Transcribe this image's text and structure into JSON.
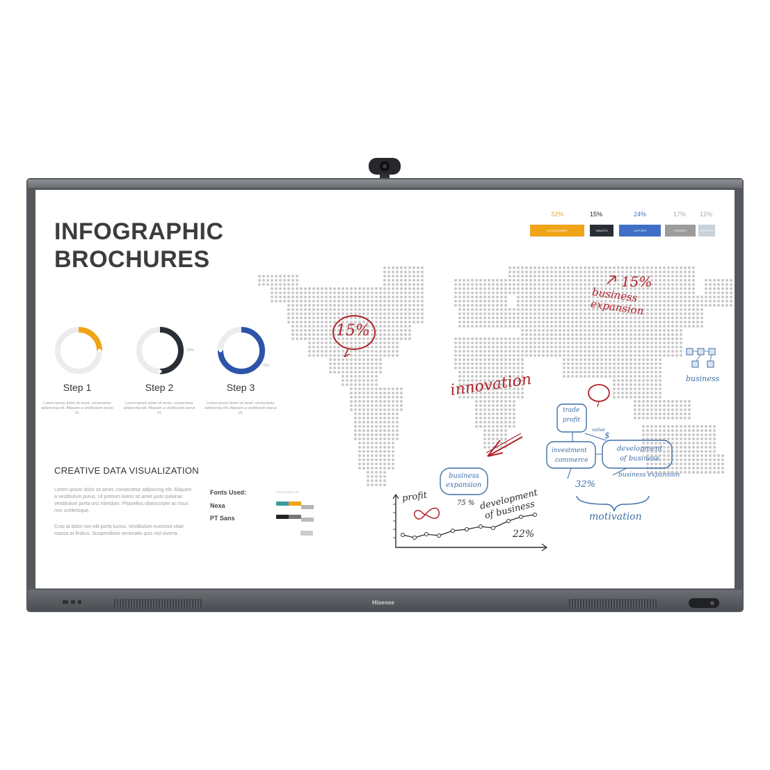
{
  "screen": {
    "title_line1": "INFOGRAPHIC",
    "title_line2": "BROCHURES",
    "steps": [
      {
        "label": "Step 1",
        "percent": 25,
        "color": "#f0a418",
        "text": "Lorem ipsum dolor sit amet, consectetur adipiscing elit. Aliquam a vestibulum purus Ut."
      },
      {
        "label": "Step 2",
        "percent": 50,
        "color": "#2a2f35",
        "text": "Lorem ipsum dolor sit amet, consectetur adipiscing elit. Aliquam a vestibulum purus Ut.",
        "side_label": "50%"
      },
      {
        "label": "Step 3",
        "percent": 75,
        "color": "#2c54a8",
        "text": "Lorem ipsum dolor sit amet, consectetur adipiscing elit. Aliquam a vestibulum purus Ut.",
        "side_label": "75%"
      }
    ],
    "section_title": "CREATIVE DATA VISUALIZATION",
    "paragraph1": "Lorem ipsum dolor sit amet, consectetur adipiscing elit. Aliquam a vestibulum purus. Ut pretium lorem sit amet justo pulvinar, vestibulum porta orci interdum. Phasellus ullamcorper ac risus non scelerisque.",
    "paragraph2": "Cras at dolor non elit porta luctus. Vestibulum euismod vitae massa at finibus. Suspendisse venenatis quis nisl viverra.",
    "fonts_used_label": "Fonts Used:",
    "font1": "Nexa",
    "font2": "PT Sans",
    "palette_label": "COLOR PALETTE",
    "kpis": [
      {
        "pct": "32%",
        "label": "ACCESSORIES",
        "color": "#f0a418"
      },
      {
        "pct": "15%",
        "label": "TABLETS",
        "color": "#2a2f35"
      },
      {
        "pct": "24%",
        "label": "LAPTOPS",
        "color": "#3f6fc4"
      },
      {
        "pct": "17%",
        "label": "PHONES",
        "color": "#9c9c9c"
      },
      {
        "pct": "12%",
        "label": "DESKTOP",
        "color": "#c9d2d8"
      }
    ],
    "annotations": {
      "circle_pct": "15%",
      "top_pct": "15%",
      "business_expansion_1": "business",
      "business_expansion_2": "expansion",
      "business": "business",
      "innovation": "innovation",
      "trade_profit_1": "trade",
      "trade_profit_2": "profit",
      "investment_1": "investment",
      "investment_2": "commerce",
      "development_1": "development",
      "development_2": "of business",
      "business_expansion_small": "business expansion",
      "pct_32": "32%",
      "motivation": "motivation",
      "bubble_1": "business",
      "bubble_2": "expansion",
      "pct_75": "75 %",
      "profit": "profit",
      "dev_business_1": "development",
      "dev_business_2": "of business",
      "pct_22": "22%",
      "value_label": "value"
    }
  },
  "monitor": {
    "brand": "Hisense"
  }
}
